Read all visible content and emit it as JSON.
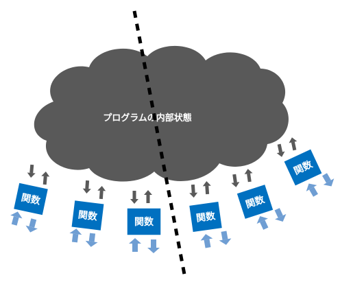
{
  "cloud": {
    "label": "プログラムの内部状態",
    "fill": "#595959"
  },
  "boxes": [
    {
      "label": "関数"
    },
    {
      "label": "関数"
    },
    {
      "label": "関数"
    },
    {
      "label": "関数"
    },
    {
      "label": "関数"
    },
    {
      "label": "関数"
    }
  ],
  "colors": {
    "box": "#0070c0",
    "box_border": "#ffffff",
    "dark_arrow": "#595959",
    "light_arrow": "#6f9ed3",
    "divider": "#000000"
  }
}
